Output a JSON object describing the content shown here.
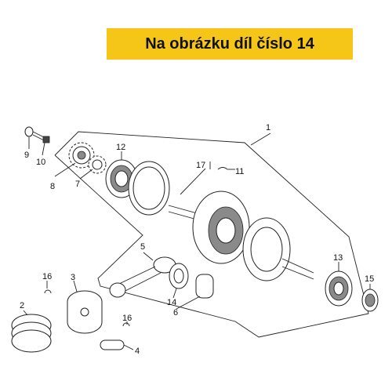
{
  "banner": {
    "text": "Na obrázku díl číslo 14"
  },
  "callouts": {
    "p1": "1",
    "p2": "2",
    "p3": "3",
    "p4": "4",
    "p5": "5",
    "p6": "6",
    "p7": "7",
    "p8": "8",
    "p9": "9",
    "p10": "10",
    "p11": "11",
    "p12": "12",
    "p13": "13",
    "p14": "14",
    "p15": "15",
    "p16a": "16",
    "p16b": "16",
    "p17": "17"
  },
  "colors": {
    "banner_bg": "#f5c518",
    "banner_text": "#111111"
  }
}
